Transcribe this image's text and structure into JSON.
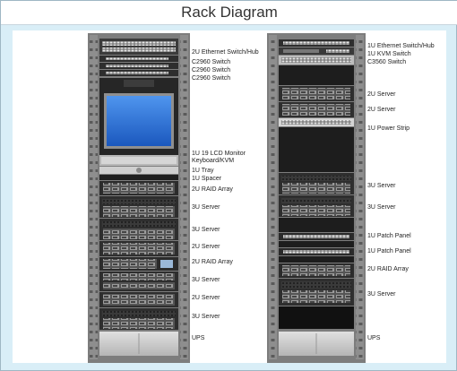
{
  "title": "Rack Diagram",
  "left_rack": {
    "labels": [
      {
        "lines": [
          "2U Ethernet Switch/Hub"
        ]
      },
      {
        "lines": [
          "C2960 Switch"
        ]
      },
      {
        "lines": [
          "C2960 Switch"
        ]
      },
      {
        "lines": [
          "C2960 Switch"
        ]
      },
      {
        "lines": [
          "1U 19 LCD Monitor",
          "Keyboard/KVM"
        ]
      },
      {
        "lines": [
          "1U Tray"
        ]
      },
      {
        "lines": [
          "1U Spacer"
        ]
      },
      {
        "lines": [
          "2U RAID Array"
        ]
      },
      {
        "lines": [
          "3U Server"
        ]
      },
      {
        "lines": [
          "3U Server"
        ]
      },
      {
        "lines": [
          "2U Server"
        ]
      },
      {
        "lines": [
          "2U RAID Array"
        ]
      },
      {
        "lines": [
          "3U Server"
        ]
      },
      {
        "lines": [
          "2U Server"
        ]
      },
      {
        "lines": [
          "3U Server"
        ]
      },
      {
        "lines": [
          "UPS"
        ]
      }
    ]
  },
  "right_rack": {
    "labels": [
      {
        "lines": [
          "1U Ethernet Switch/Hub"
        ]
      },
      {
        "lines": [
          "1U KVM Switch"
        ]
      },
      {
        "lines": [
          "C3560 Switch"
        ]
      },
      {
        "lines": [
          "2U Server"
        ]
      },
      {
        "lines": [
          "2U Server"
        ]
      },
      {
        "lines": [
          "1U Power Strip"
        ]
      },
      {
        "lines": [
          "3U Server"
        ]
      },
      {
        "lines": [
          "3U Server"
        ]
      },
      {
        "lines": [
          "1U Patch Panel"
        ]
      },
      {
        "lines": [
          "1U Patch Panel"
        ]
      },
      {
        "lines": [
          "2U RAID Array"
        ]
      },
      {
        "lines": [
          "3U Server"
        ]
      },
      {
        "lines": [
          "UPS"
        ]
      }
    ]
  },
  "colors": {
    "background": "#d9eef7",
    "rack_frame": "#8c8c8c",
    "device_dark": "#2a2a2a",
    "monitor_screen": "#2a6fd6"
  }
}
